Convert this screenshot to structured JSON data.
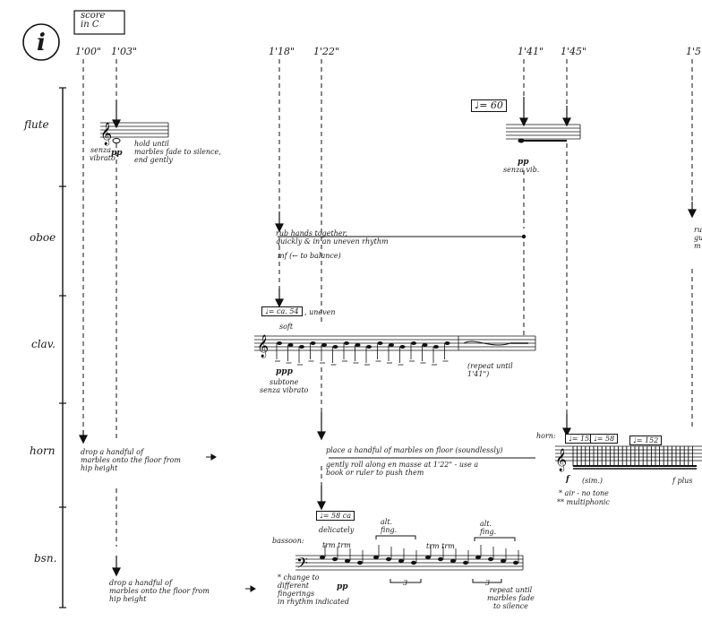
{
  "header": {
    "section_symbol": "i",
    "score_note": "score\nin C"
  },
  "timings": [
    "1'00\"",
    "1'03\"",
    "1'18\"",
    "1'22\"",
    "1'41\"",
    "1'45\"",
    "1'5"
  ],
  "instruments": [
    "flute",
    "oboe",
    "clav.",
    "horn",
    "bsn."
  ],
  "flute": {
    "left_note_1": "senza",
    "left_note_2": "vibrato",
    "dynamic_1": "pp",
    "hold_note": "hold until\nmarbles fade to silence,\nend gently",
    "tempo": "♩= 60",
    "dynamic_2": "pp",
    "dynamic_2_note": "senza vib."
  },
  "oboe": {
    "rub_note": "rub hands together,\nquickly & in an uneven rhythm",
    "mf_note": "mf (← to balance)",
    "cut_text": "ru\ngu\nm"
  },
  "clav": {
    "tempo": "♩= ca. 54",
    "tempo_extra": ", uneven",
    "soft": "soft",
    "dynamic": "ppp",
    "dynamic_note": "subtone\nsenza vibrato",
    "repeat_note": "(repeat until\n1'41\")"
  },
  "horn": {
    "drop_note": "drop a handful of\nmarbles onto the floor from\nhip height",
    "place_note": "place a handful of marbles on floor (soundlessly)",
    "roll_note": "gently roll along en masse at 1'22\" - use a\nbook or ruler to push them",
    "label": "horn:",
    "tempo_1": "♩= 152",
    "tempo_2": "♩= 58",
    "tempo_3": "♩= 152",
    "dyn_f": "f",
    "dyn_f_extra": "(sim.)",
    "dyn_fplus": "f plus",
    "footnote_1": "* air - no tone",
    "footnote_2": "** multiphonic"
  },
  "bsn": {
    "drop_note": "drop a handful of\nmarbles onto the floor from\nhip height",
    "tempo": "♩= 58 ca",
    "delicately": "delicately",
    "label": "bassoon:",
    "alt_fing_1": "alt.\nfing.",
    "alt_fing_2": "alt.\nfing.",
    "trill_1": "trm   trm",
    "trill_2": "trm   trm",
    "triplet_1": "3",
    "triplet_2": "3",
    "dynamic": "pp",
    "change_note": "* change to\ndifferent\nfingerings\nin rhythm indicated",
    "repeat_note": "repeat until\nmarbles fade\nto silence"
  }
}
